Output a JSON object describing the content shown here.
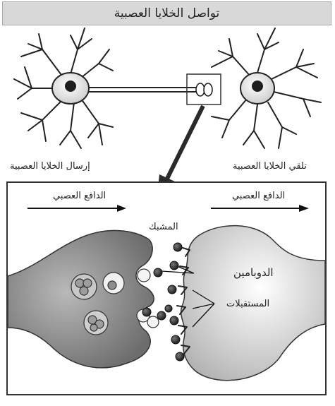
{
  "title": "تواصل الخلايا العصبية",
  "labels": {
    "sending_neuron": "إرسال الخلايا العصبية",
    "receiving_neuron": "تلقي الخلايا العصبية",
    "impulse_left": "الدافع العصبي",
    "impulse_right": "الدافع العصبي",
    "synapse": "المشبك",
    "dopamine": "الدوبامين",
    "receptors": "المستقبلات"
  },
  "colors": {
    "title_bg": "#d8d8d8",
    "neuron_fill": "#9a9a9a",
    "molecule": "#2e2e2e"
  }
}
